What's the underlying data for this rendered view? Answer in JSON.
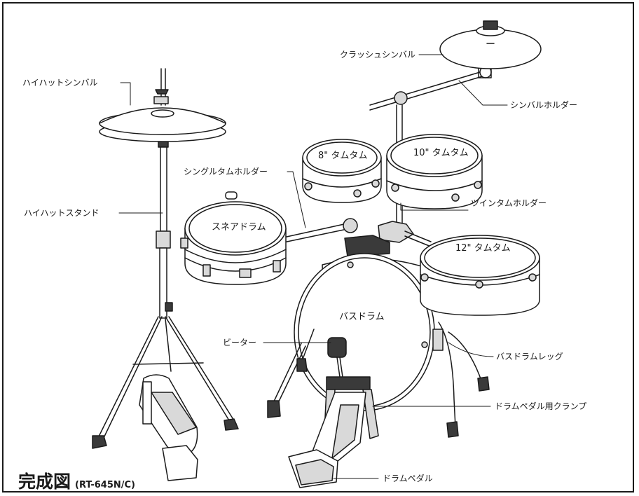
{
  "title": {
    "main": "完成図",
    "model": "(RT-645N/C)"
  },
  "labels": {
    "crash_cymbal": "クラッシュシンバル",
    "hihat_cymbal": "ハイハットシンバル",
    "cymbal_holder": "シンバルホルダー",
    "single_tom_holder": "シングルタムホルダー",
    "hihat_stand": "ハイハットスタンド",
    "twin_tom_holder": "ツインタムホルダー",
    "beater": "ビーター",
    "bass_drum_leg": "バスドラムレッグ",
    "pedal_clamp": "ドラムペダル用クランプ",
    "drum_pedal": "ドラムペダル"
  },
  "drum_labels": {
    "tom_8": "8\" タムタム",
    "tom_10": "10\" タムタム",
    "snare": "スネアドラム",
    "tom_12": "12\" タムタム",
    "bass_drum": "バスドラム"
  },
  "colors": {
    "line": "#1a1a1a",
    "shade": "#d9d9d9",
    "dark": "#3a3a3a"
  }
}
